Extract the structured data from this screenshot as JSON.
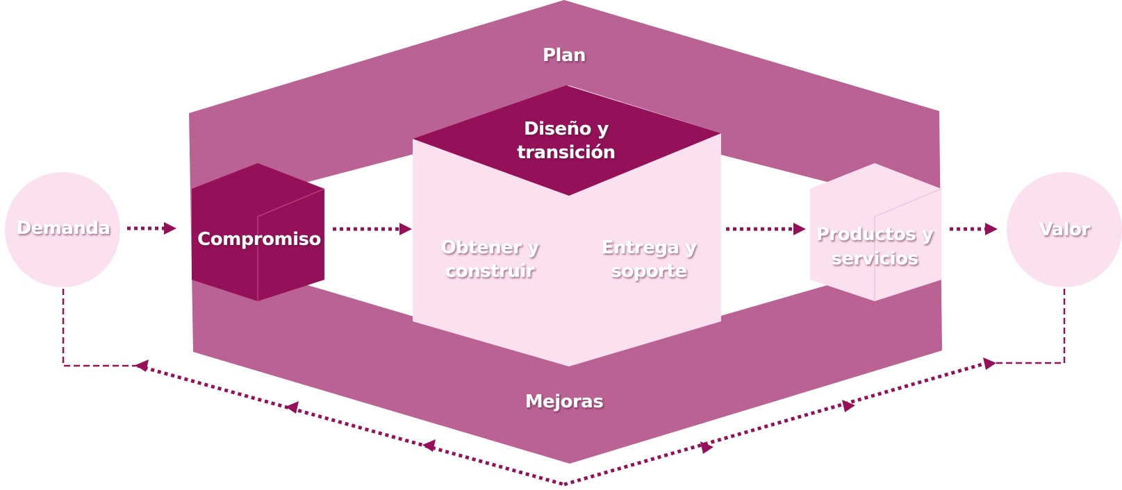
{
  "colors": {
    "band": "#bb6295",
    "dark": "#941059",
    "light": "#fbe0ef",
    "text": "#ffffff"
  },
  "labels": {
    "plan": "Plan",
    "mejoras": "Mejoras",
    "diseno_line1": "Diseño y",
    "diseno_line2": "transición",
    "compromiso": "Compromiso",
    "obtener_line1": "Obtener y",
    "obtener_line2": "construir",
    "entrega_line1": "Entrega y",
    "entrega_line2": "soporte",
    "productos_line1": "Productos y",
    "productos_line2": "servicios",
    "demanda": "Demanda",
    "valor": "Valor"
  }
}
